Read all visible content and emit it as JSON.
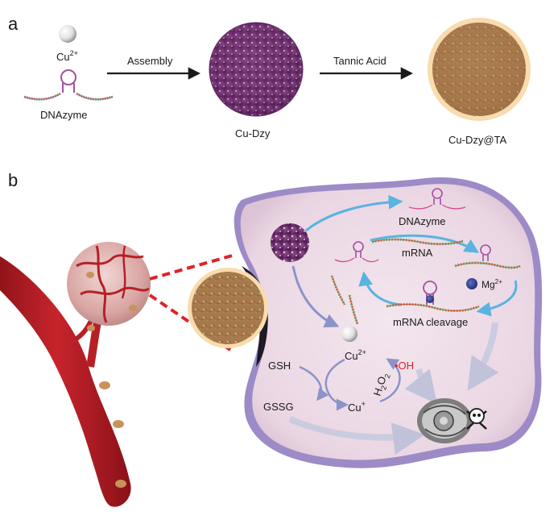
{
  "panel_a": {
    "letter": "a",
    "copper_label": "Cu",
    "copper_charge": "2+",
    "dnazyme_label": "DNAzyme",
    "step1_label": "Assembly",
    "product1_label": "Cu-Dzy",
    "step2_label": "Tannic Acid",
    "product2_label": "Cu-Dzy@TA"
  },
  "panel_b": {
    "letter": "b",
    "dnazyme_label": "DNAzyme",
    "mrna_label": "mRNA",
    "magnesium_label": "Mg",
    "magnesium_charge": "2+",
    "cleavage_label": "mRNA cleavage",
    "gsh_label": "GSH",
    "gssg_label": "GSSG",
    "cu2_label": "Cu",
    "cu2_charge": "2+",
    "cu1_label": "Cu",
    "cu1_charge": "+",
    "oh_label": "•OH",
    "h2o2_h": "H",
    "h2o2_2a": "2",
    "h2o2_o": "O",
    "h2o2_2b": "2"
  },
  "colors": {
    "arrow_blue": "#5ab3e0",
    "arrow_grey": "#8a94c8",
    "cell_fill": "#ecd9e6",
    "cell_edge": "#8a73b8",
    "vessel": "#b81d26",
    "hydroxyl": "#e0222a",
    "ta_coat": "#f6d7a6",
    "dzy_core": "#6b2a6c"
  },
  "icons": [
    "copper-ion-sphere",
    "dnazyme-hairpin",
    "nanoparticle-dzy",
    "nanoparticle-dzy-ta",
    "tumor-mass",
    "blood-vessel",
    "magnesium-ion",
    "dead-cell-skull"
  ]
}
